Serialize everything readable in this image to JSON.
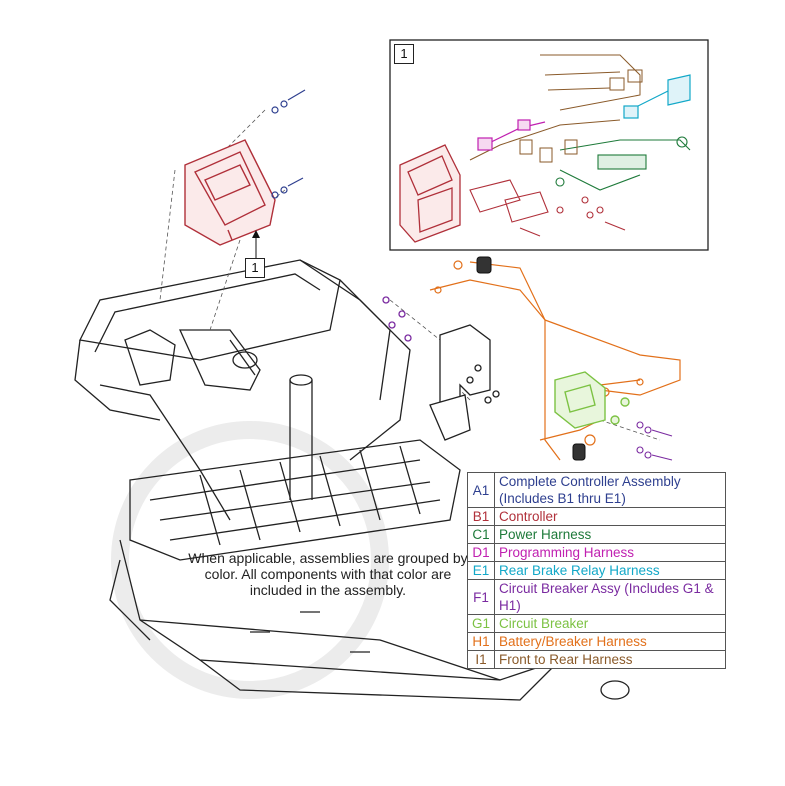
{
  "callouts": {
    "main": "1",
    "inset": "1"
  },
  "note": "When applicable, assemblies are grouped by color. All components with that color are included in the assembly.",
  "colors": {
    "controller": "#b0303a",
    "power_harness": "#1e7a3a",
    "programming_harness": "#c020b0",
    "relay_harness": "#12a8c8",
    "breaker_assy": "#7a2aa0",
    "breaker": "#7cc243",
    "battery_harness": "#e2701a",
    "front_rear_harness": "#8a5a2a",
    "frame": "#222222",
    "assembly": "#2e3f8f"
  },
  "legend": [
    {
      "code": "A1",
      "label": "Complete Controller Assembly (Includes B1 thru E1)",
      "color": "#2e3f8f"
    },
    {
      "code": "B1",
      "label": "Controller",
      "color": "#b0303a"
    },
    {
      "code": "C1",
      "label": "Power Harness",
      "color": "#1e7a3a"
    },
    {
      "code": "D1",
      "label": "Programming Harness",
      "color": "#c020b0"
    },
    {
      "code": "E1",
      "label": "Rear Brake Relay Harness",
      "color": "#12a8c8"
    },
    {
      "code": "F1",
      "label": "Circuit Breaker Assy (Includes G1 & H1)",
      "color": "#7a2aa0"
    },
    {
      "code": "G1",
      "label": "Circuit Breaker",
      "color": "#7cc243"
    },
    {
      "code": "H1",
      "label": "Battery/Breaker Harness",
      "color": "#e2701a"
    },
    {
      "code": "I1",
      "label": "Front to Rear Harness",
      "color": "#8a5a2a"
    }
  ]
}
